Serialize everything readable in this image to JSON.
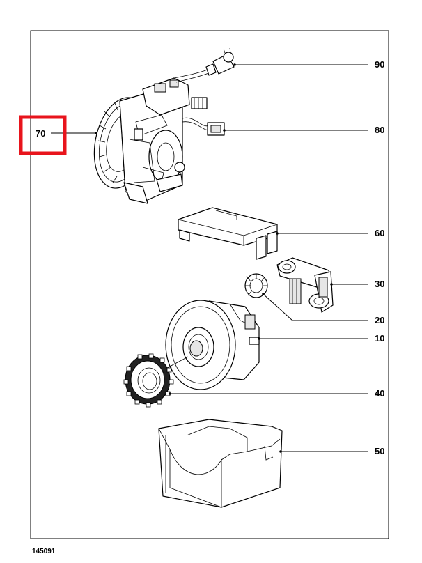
{
  "figure_number": "145091",
  "highlight_color": "#e8141c",
  "parts": [
    {
      "id": "p90",
      "label": "90",
      "icon": "power-plug"
    },
    {
      "id": "p80",
      "label": "80",
      "icon": "cable-connector"
    },
    {
      "id": "p70",
      "label": "70",
      "icon": "cable-reel",
      "highlighted": true
    },
    {
      "id": "p60",
      "label": "60",
      "icon": "bracket"
    },
    {
      "id": "p30",
      "label": "30",
      "icon": "brush-holder"
    },
    {
      "id": "p20",
      "label": "20",
      "icon": "bearing-sleeve"
    },
    {
      "id": "p10",
      "label": "10",
      "icon": "motor"
    },
    {
      "id": "p40",
      "label": "40",
      "icon": "damping-ring"
    },
    {
      "id": "p50",
      "label": "50",
      "icon": "motor-housing"
    }
  ]
}
